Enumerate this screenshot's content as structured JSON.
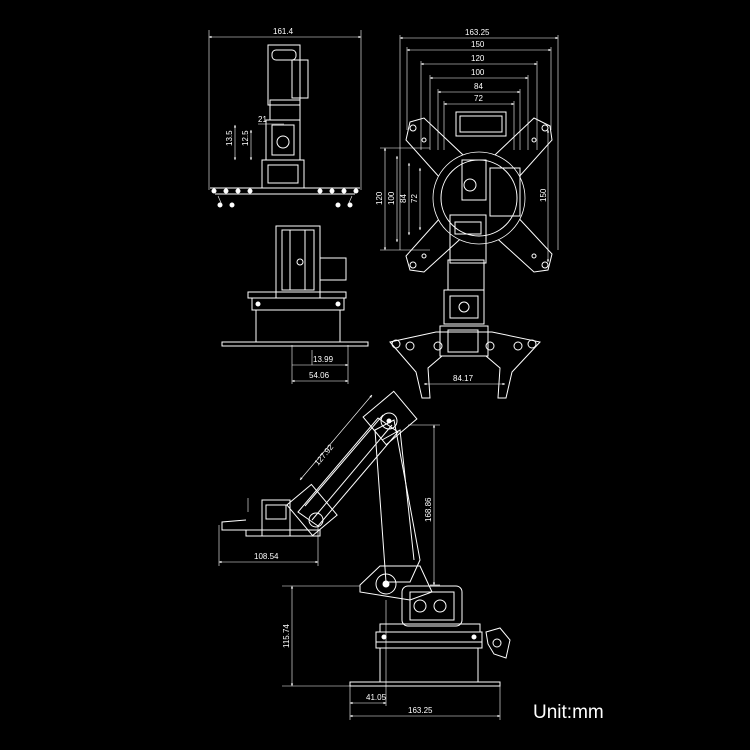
{
  "unit_label": "Unit:mm",
  "front_view": {
    "width": "161.4",
    "dim_13_5": "13.5",
    "dim_12_5": "12.5",
    "dim_21": "21",
    "dim_13_99": "13.99",
    "dim_54_06": "54.06"
  },
  "top_view": {
    "width_outer": "163.25",
    "width_150": "150",
    "width_120": "120",
    "width_100": "100",
    "width_84": "84",
    "width_72": "72",
    "height_120": "120",
    "height_100": "100",
    "height_84": "84",
    "height_72": "72",
    "height_150": "150",
    "gripper_width": "84.17"
  },
  "side_view": {
    "arm_length": "127.92",
    "height_168_86": "168.86",
    "reach_108_54": "108.54",
    "base_height": "115.74",
    "base_offset": "41.05",
    "base_width": "163.25"
  }
}
